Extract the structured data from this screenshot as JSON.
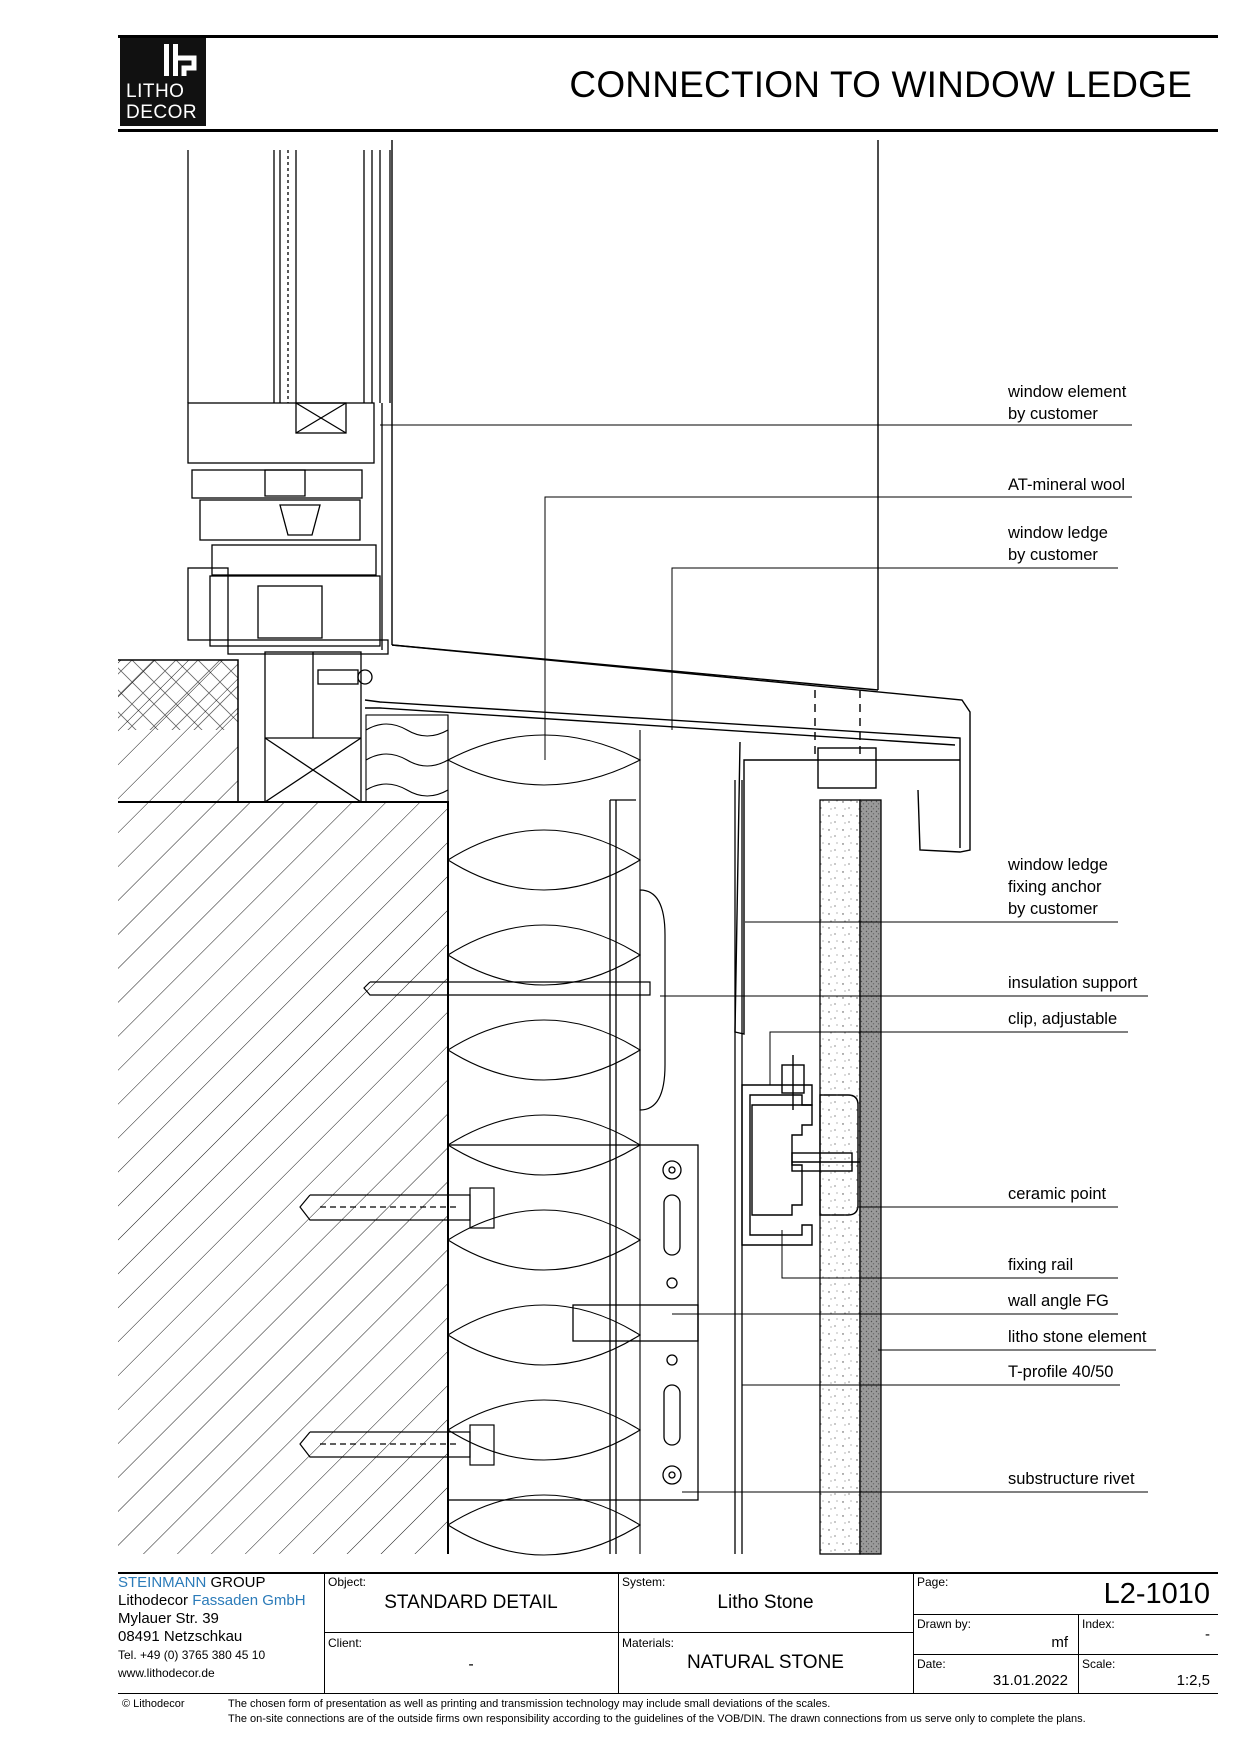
{
  "header": {
    "logo_line1": "LITHO",
    "logo_line2": "DECOR",
    "title": "CONNECTION TO WINDOW LEDGE"
  },
  "labels": [
    {
      "lines": [
        "window element",
        "by customer"
      ]
    },
    {
      "lines": [
        "AT-mineral wool"
      ]
    },
    {
      "lines": [
        "window ledge",
        "by customer"
      ]
    },
    {
      "lines": [
        "window ledge",
        "fixing anchor",
        "by customer"
      ]
    },
    {
      "lines": [
        "insulation support"
      ]
    },
    {
      "lines": [
        "clip, adjustable"
      ]
    },
    {
      "lines": [
        "ceramic point"
      ]
    },
    {
      "lines": [
        "fixing rail"
      ]
    },
    {
      "lines": [
        "wall angle FG"
      ]
    },
    {
      "lines": [
        "litho stone element"
      ]
    },
    {
      "lines": [
        "T-profile 40/50"
      ]
    },
    {
      "lines": [
        "substructure rivet"
      ]
    }
  ],
  "company": {
    "group_blue": "STEINMANN",
    "group_black": " GROUP",
    "name_black": "Lithodecor ",
    "name_blue": "Fassaden GmbH",
    "street": "Mylauer Str. 39",
    "city": "08491 Netzschkau",
    "phone": "Tel. +49 (0) 3765 380 45 10",
    "web": "www.lithodecor.de"
  },
  "titleblock": {
    "object_label": "Object:",
    "object_value": "STANDARD DETAIL",
    "client_label": "Client:",
    "client_value": "-",
    "system_label": "System:",
    "system_value": "Litho Stone",
    "materials_label": "Materials:",
    "materials_value": "NATURAL STONE",
    "page_label": "Page:",
    "page_value": "L2-1010",
    "drawn_label": "Drawn by:",
    "drawn_value": "mf",
    "index_label": "Index:",
    "index_value": "-",
    "date_label": "Date:",
    "date_value": "31.01.2022",
    "scale_label": "Scale:",
    "scale_value": "1:2,5"
  },
  "footer": {
    "copyright": "© Lithodecor",
    "note1": "The chosen form of presentation as well as printing and transmission technology may include small deviations of the scales.",
    "note2": "The on-site connections are of the outside firms own responsibility according to the guidelines of the VOB/DIN. The drawn connections from us serve only to complete the plans."
  }
}
